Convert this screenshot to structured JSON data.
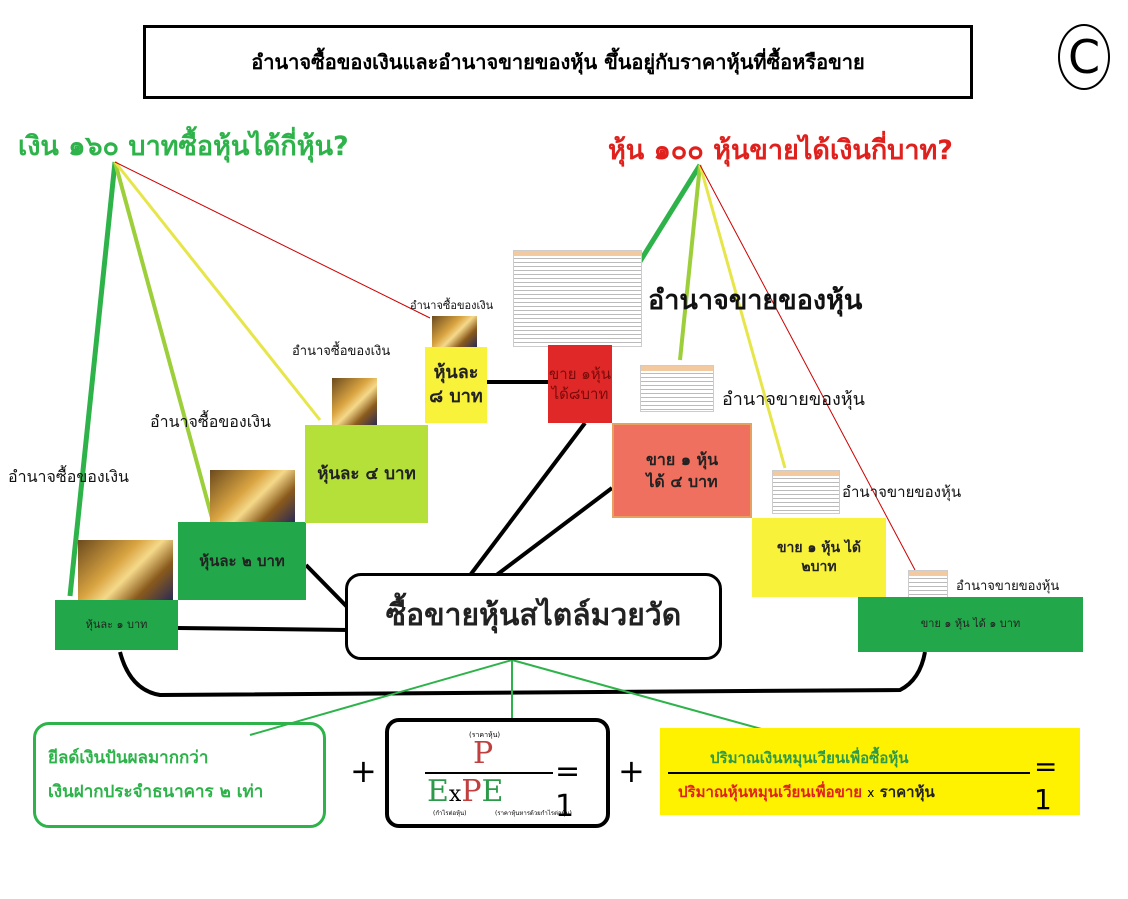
{
  "title": "อำนาจซื้อของเงินและอำนาจขายของหุ้น ขึ้นอยู่กับราคาหุ้นที่ซื้อหรือขาย",
  "corner_mark": "C",
  "question_buy": "เงิน ๑๖๐ บาทซื้อหุ้นได้กี่หุ้น?",
  "question_sell": "หุ้น ๑๐๐ หุ้นขายได้เงินกี่บาท?",
  "buy_label": "อำนาจซื้อของเงิน",
  "sell_label": "อำนาจขายของหุ้น",
  "buy_steps": [
    "หุ้นละ ๑ บาท",
    "หุ้นละ ๒ บาท",
    "หุ้นละ ๔ บาท",
    "หุ้นละ ๘ บาท"
  ],
  "sell_steps": [
    "ขาย ๑หุ้น ได้๘บาท",
    "ขาย ๑ หุ้น ได้ ๔ บาท",
    "ขาย ๑ หุ้น ได้ ๒บาท",
    "ขาย ๑ หุ้น ได้ ๑ บาท"
  ],
  "center": "ซื้อขายหุ้นสไตล์มวยวัด",
  "yield_box": [
    "ยีลด์เงินปันผลมากกว่า",
    "เงินฝากประจำธนาคาร ๒ เท่า"
  ],
  "plus": "+",
  "formula1": {
    "numerator": "P",
    "numerator_note": "(ราคาหุ้น)",
    "e": "E",
    "x": "x",
    "pe_p": "P",
    "pe_e": "E",
    "e_note": "(กำไรต่อหุ้น)",
    "pe_note": "(ราคาหุ้นหารด้วยกำไรต่อหุ้น)",
    "equals": "= 1"
  },
  "formula2": {
    "numerator": "ปริมาณเงินหมุนเวียนเพื่อซื้อหุ้น",
    "denominator": "ปริมาณหุ้นหมุนเวียนเพื่อขาย",
    "times": "x",
    "price": "ราคาหุ้น",
    "equals": "= 1"
  }
}
